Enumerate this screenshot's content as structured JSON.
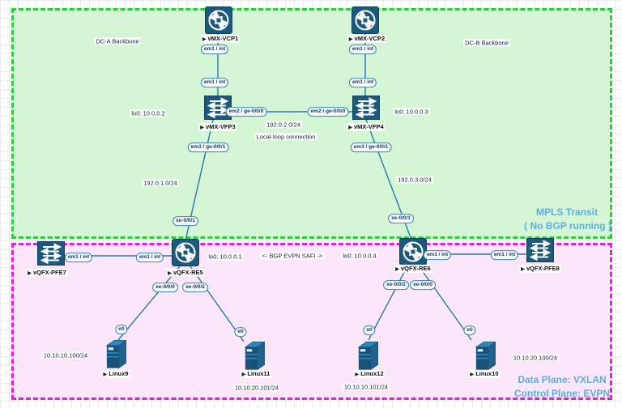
{
  "regions": {
    "dc_a_label": "DC-A Backbone",
    "dc_b_label": "DC-B Backbone",
    "mpls_line1": "MPLS Transit",
    "mpls_line2": "( No BGP running )",
    "dp_line1": "Data Plane: VXLAN",
    "dp_line2": "Control Plane: EVPN"
  },
  "misc": {
    "marker": "▶"
  },
  "nodes": {
    "vcp1": {
      "label": "vMX-VCP1",
      "type": "router"
    },
    "vcp2": {
      "label": "vMX-VCP2",
      "type": "router"
    },
    "vfp3": {
      "label": "vMX-VFP3",
      "type": "switch"
    },
    "vfp4": {
      "label": "vMX-VFP4",
      "type": "switch"
    },
    "pfe7": {
      "label": "vQFX-PFE7",
      "type": "switch"
    },
    "re5": {
      "label": "vQFX-RE5",
      "type": "router"
    },
    "re6": {
      "label": "vQFX-RE6",
      "type": "router"
    },
    "pfe8": {
      "label": "vQFX-PFE8",
      "type": "switch"
    },
    "linux9": {
      "label": "Linux9",
      "type": "server"
    },
    "linux11": {
      "label": "Linux11",
      "type": "server"
    },
    "linux12": {
      "label": "Linux12",
      "type": "server"
    },
    "linux10": {
      "label": "Linux10",
      "type": "server"
    }
  },
  "loopbacks": {
    "vfp3": "lo0: 10.0.0.2",
    "vfp4": "lo0: 10.0.0.3",
    "re5": "lo0: 10.0.0.1",
    "re6": "lo0: 10.0.0.4"
  },
  "host_ips": {
    "linux9": "10.10.10.100/24",
    "linux11": "10.10.20.101/24",
    "linux12": "10.10.10.101/24",
    "linux10": "10.10.20.100/24"
  },
  "ports": {
    "em1": "em1 / int",
    "em2": "em2 / ge-0/0/0",
    "em3": "em3 / ge-0/0/1",
    "xe1": "xe-0/0/1",
    "xe0": "xe-0/0/0",
    "xe2": "xe-0/0/2",
    "e0": "e0"
  },
  "links": {
    "vfp_subnet": "192.0.2.0/24",
    "vfp_name": "Local-loop connection",
    "dca_subnet": "192.0.1.0/24",
    "dcb_subnet": "192.0.3.0/24",
    "bgp_label": "<- BGP EVPN SAFI ->"
  },
  "colors": {
    "region_backbone_fill": "#d4f6d4",
    "region_backbone_border": "#2ecc40",
    "region_dc_fill": "#fbe7f9",
    "region_dc_border": "#e81ee8",
    "link": "#2a76ad",
    "node_icon": "#1c5a7d",
    "annotation_blue": "#5dade2"
  }
}
